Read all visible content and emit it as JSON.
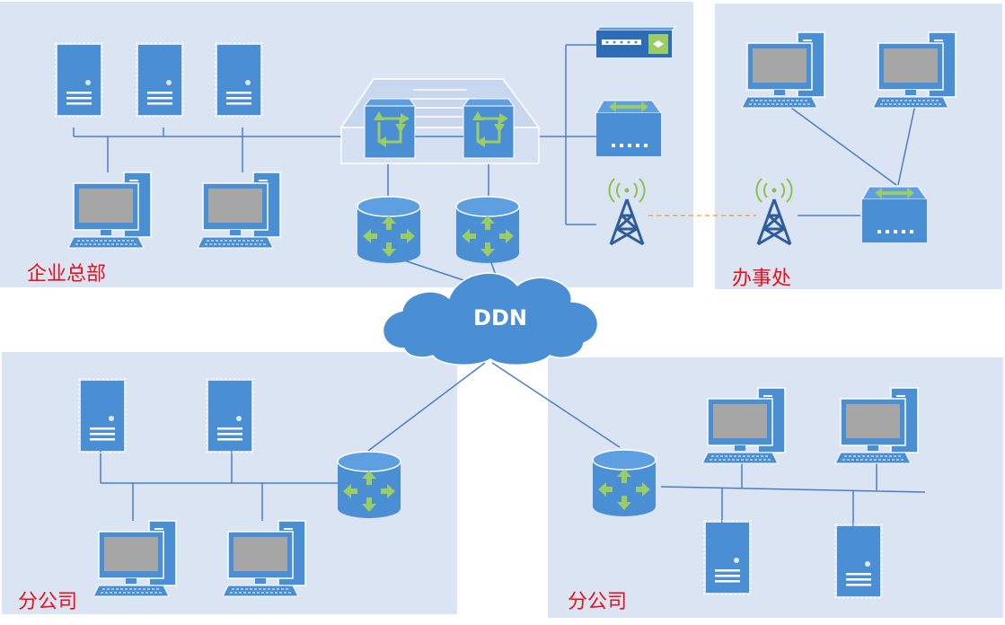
{
  "regions": {
    "hq": {
      "label": "企业总部"
    },
    "office": {
      "label": "办事处"
    },
    "branch_left": {
      "label": "分公司"
    },
    "branch_right": {
      "label": "分公司"
    }
  },
  "cloud": {
    "label": "DDN"
  },
  "colors": {
    "region_bg": "#dbe4f3",
    "device_blue": "#4a8fd4",
    "device_dark": "#2e6db5",
    "arrow_green": "#9ccc65",
    "wireless_green": "#8bc34a",
    "line": "#4a7fc4",
    "label_red": "#e8101a",
    "dashed_link": "#f0a020"
  }
}
